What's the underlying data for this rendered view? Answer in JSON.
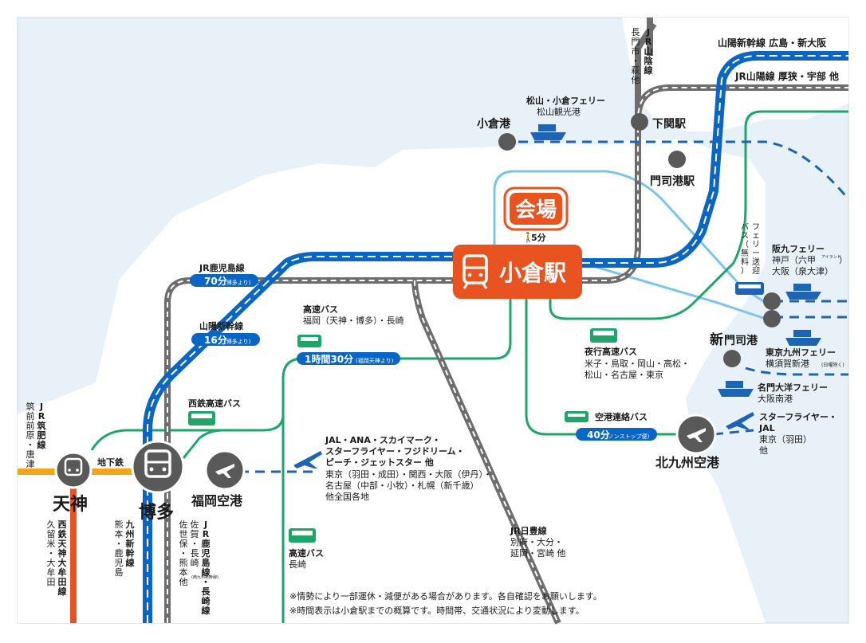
{
  "colors": {
    "sea": "#e8f1f8",
    "land": "#ffffff",
    "shinkansen": "#0a66c2",
    "jr": "#6d6d6d",
    "bus": "#1ea56a",
    "local": "#7cc5ea",
    "ferry": "#1f64b4",
    "subway": "#f3a51c",
    "nishitetsu": "#e8531f",
    "accent": "#e8531f",
    "station": "#595959"
  },
  "venue": {
    "label": "会場",
    "walk": "5分"
  },
  "kokura": {
    "label": "小倉駅"
  },
  "stations": {
    "tenjin": "天神",
    "hakata": "博多",
    "fukuoka_airport": "福岡空港",
    "kitakyushu_airport": "北九州空港",
    "shimonoseki": "下関駅",
    "mojiko": "門司港駅",
    "kokura_port": "小倉港",
    "shinmoji_a": "新",
    "shinmoji_b": "門司港"
  },
  "lines": {
    "sanyo_shinkansen_top": "山陽新幹線 広島・新大阪",
    "jr_sanyo": "JR山陽線 厚狭・宇部 他",
    "jr_sanin": [
      "J",
      "R",
      "山",
      "陰",
      "線"
    ],
    "jr_sanin_dest": [
      "長",
      "門",
      "市",
      "・",
      "萩",
      "他"
    ],
    "matsuyama_ferry": "松山・小倉フェリー",
    "matsuyama_port": "松山観光港",
    "jr_kagoshima": "JR鹿児島線",
    "jr_kagoshima_time": "70分",
    "jr_kagoshima_note": "(博多より)",
    "sanyo_shinkansen": "山陽新幹線",
    "sanyo_shinkansen_time": "16分",
    "sanyo_shinkansen_note": "(博多より)",
    "highway_bus": "高速バス",
    "highway_bus_dest": "福岡（天神・博多）・長崎",
    "highway_bus_time": "1時間30分",
    "highway_bus_note": "(福岡天神より)",
    "nishitetsu_bus": "西鉄高速バス",
    "night_bus": "夜行高速バス",
    "night_bus_dest1": "米子・鳥取・岡山・高松・",
    "night_bus_dest2": "松山・名古屋・東京",
    "airport_bus": "空港連絡バス",
    "airport_bus_time": "40分",
    "airport_bus_note": "(ノンストップ便)",
    "ferry_shuttle": [
      "フ",
      "ェ",
      "リ",
      "ー",
      "送",
      "迎"
    ],
    "ferry_shuttle2": [
      "バ",
      "ス",
      "（",
      "無",
      "料",
      "）"
    ],
    "hankyu_ferry": "阪九フェリー",
    "hankyu_dest1": "神戸（六甲",
    "hankyu_ruby": "アイランド",
    "hankyu_dest1b": "）",
    "hankyu_dest2": "大阪（泉大津）",
    "tokyo_kyushu_ferry": "東京九州フェリー",
    "tokyo_kyushu_dest": "横須賀新港",
    "tokyo_kyushu_note": "(日曜除く)",
    "meimon_ferry": "名門大洋フェリー",
    "meimon_dest": "大阪南港",
    "starflyer_jal": "スターフライヤー・",
    "jal": "JAL",
    "kita_air_dest1": "東京（羽田）",
    "kita_air_dest2": "他",
    "subway": "地下鉄",
    "jr_chikuhi": [
      "J",
      "R",
      "筑",
      "肥",
      "線"
    ],
    "jr_chikuhi_dest": [
      "筑",
      "前",
      "前",
      "原",
      "・",
      "唐",
      "津"
    ],
    "fuk_air_line1": "JAL・ANA・スカイマーク・",
    "fuk_air_line2": "スターフライヤー・フジドリーム・",
    "fuk_air_line3": "ピーチ・ジェットスター 他",
    "fuk_air_line4": "東京（羽田・成田）・関西・大阪（伊丹）・",
    "fuk_air_line5": "名古屋（中部・小牧）・札幌（新千歳）",
    "fuk_air_line6": "他全国各地",
    "nishitetsu_line": [
      "西",
      "鉄",
      "天",
      "神",
      "大",
      "牟",
      "田",
      "線"
    ],
    "nishitetsu_dest": [
      "久",
      "留",
      "米",
      "・",
      "大",
      "牟",
      "田"
    ],
    "kyushu_shinkansen": [
      "九",
      "州",
      "新",
      "幹",
      "線"
    ],
    "kyushu_shinkansen_dest": [
      "熊",
      "本",
      "・",
      "鹿",
      "児",
      "島"
    ],
    "jr_kagoshima_nagasaki": [
      "J",
      "R",
      "鹿",
      "児",
      "島",
      "線",
      "・",
      "長",
      "崎",
      "線"
    ],
    "jr_kn_dest1": [
      "佐",
      "賀",
      "・",
      "長",
      "崎"
    ],
    "jr_kn_dest1_note": "(西九州新幹線)",
    "jr_kn_dest2": [
      "佐",
      "世",
      "保",
      "・",
      "熊",
      "本",
      "他"
    ],
    "nagasaki_bus": "高速バス",
    "nagasaki_bus_dest": "長崎",
    "jr_nippo": "JR日豊線",
    "jr_nippo_dest1": "別府・大分・",
    "jr_nippo_dest2": "延岡・宮崎 他"
  },
  "notes": {
    "note1": "※情勢により一部運休・減便がある場合があります。各自確認をお願いします。",
    "note2": "※時間表示は小倉駅までの概算です。時間帯、交通状況により変動します。"
  }
}
